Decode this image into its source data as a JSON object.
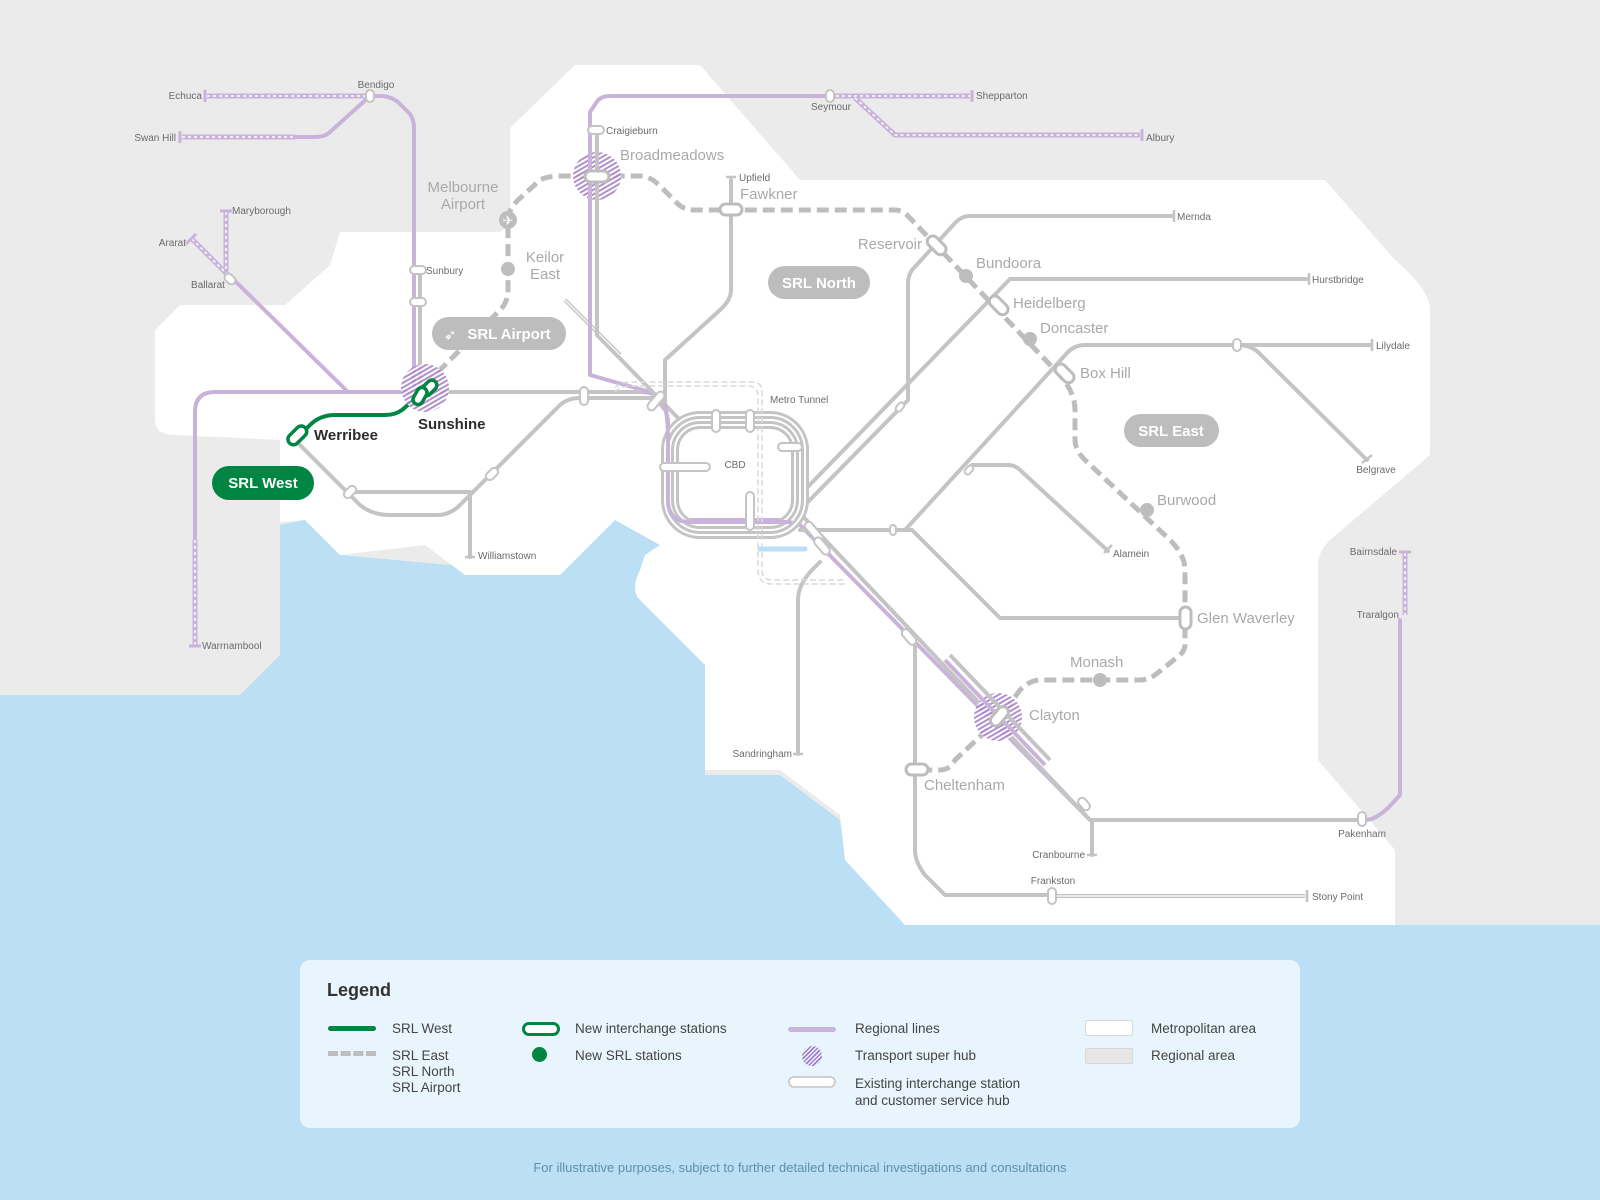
{
  "colors": {
    "srl_west": "#008542",
    "srl_proposed": "#bdbdbd",
    "regional": "#c9b3db",
    "metro_line": "#c4c4c4",
    "metropolitan_area": "#ffffff",
    "regional_area": "#ebebeb",
    "water": "#bbdff5",
    "label_pill_grey": "#bdbdbd"
  },
  "map": {
    "region_labels": {
      "melbourne_airport": [
        "Melbourne",
        "Airport"
      ],
      "cbd": "CBD",
      "metro_tunnel": "Metro Tunnel"
    },
    "line_pills": {
      "srl_west": "SRL West",
      "srl_airport": "SRL Airport",
      "srl_north": "SRL North",
      "srl_east": "SRL East"
    },
    "srl_stations": {
      "werribee": "Werribee",
      "sunshine": "Sunshine",
      "keilor_east": [
        "Keilor",
        "East"
      ],
      "broadmeadows": "Broadmeadows",
      "fawkner": "Fawkner",
      "reservoir": "Reservoir",
      "bundoora": "Bundoora",
      "heidelberg": "Heidelberg",
      "doncaster": "Doncaster",
      "box_hill": "Box Hill",
      "burwood": "Burwood",
      "glen_waverley": "Glen Waverley",
      "monash": "Monash",
      "clayton": "Clayton",
      "cheltenham": "Cheltenham"
    },
    "terminus_labels": {
      "echuca": "Echuca",
      "bendigo": "Bendigo",
      "swan_hill": "Swan Hill",
      "maryborough": "Maryborough",
      "ararat": "Ararat",
      "ballarat": "Ballarat",
      "sunbury": "Sunbury",
      "craigieburn": "Craigieburn",
      "seymour": "Seymour",
      "shepparton": "Shepparton",
      "albury": "Albury",
      "upfield": "Upfield",
      "mernda": "Mernda",
      "hurstbridge": "Hurstbridge",
      "lilydale": "Lilydale",
      "belgrave": "Belgrave",
      "alamein": "Alamein",
      "williamstown": "Williamstown",
      "warrnambool": "Warrnambool",
      "sandringham": "Sandringham",
      "cranbourne": "Cranbourne",
      "pakenham": "Pakenham",
      "frankston": "Frankston",
      "stony_point": "Stony Point",
      "bairnsdale": "Bairnsdale",
      "traralgon": "Traralgon"
    }
  },
  "legend": {
    "title": "Legend",
    "items": {
      "srl_west": "SRL West",
      "srl_others": [
        "SRL East",
        "SRL North",
        "SRL Airport"
      ],
      "new_interchange": "New interchange stations",
      "new_srl_stations": "New SRL stations",
      "regional_lines": "Regional lines",
      "transport_super_hub": "Transport super hub",
      "existing_interchange": [
        "Existing interchange station",
        "and customer service hub"
      ],
      "metropolitan_area": "Metropolitan area",
      "regional_area": "Regional area"
    }
  },
  "footer": {
    "disclaimer": "For illustrative purposes, subject to further detailed technical investigations and consultations"
  }
}
